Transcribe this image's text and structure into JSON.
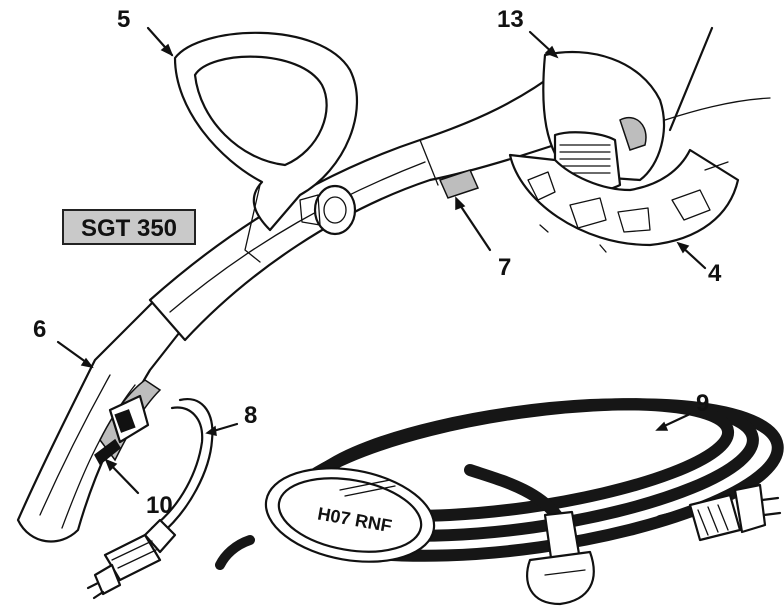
{
  "model_label": "SGT 350",
  "plug_marking": "H07 RNF",
  "callouts": {
    "c5": "5",
    "c13": "13",
    "c7": "7",
    "c4": "4",
    "c6": "6",
    "c8": "8",
    "c9": "9",
    "c10": "10"
  }
}
